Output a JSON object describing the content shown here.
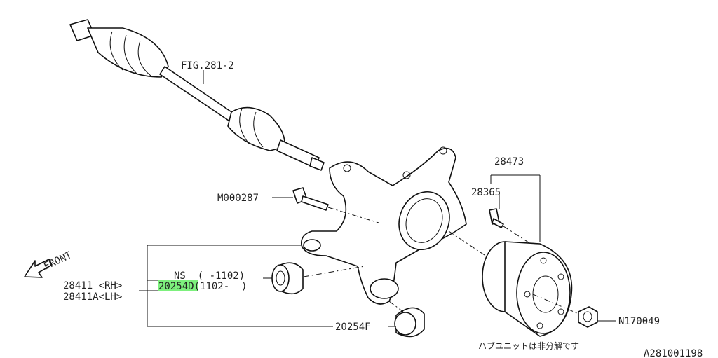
{
  "labels": {
    "fig_ref": "FIG.281-2",
    "hub_assembly": "28473",
    "hub_bolt": "28365",
    "knuckle_bolt": "M000287",
    "front": "FRONT",
    "housing_rh": "28411 <RH>",
    "housing_lh": "28411A<LH>",
    "ns_note": "NS  ( -1102)",
    "bushing_d_part": "20254",
    "bushing_d_suffix": "D(1102-  )",
    "bushing_f": "20254F",
    "nut": "N170049",
    "hub_note": "ハブユニットは非分解です",
    "diagram_id": "A281001198"
  },
  "colors": {
    "highlight": "#7df07d"
  }
}
